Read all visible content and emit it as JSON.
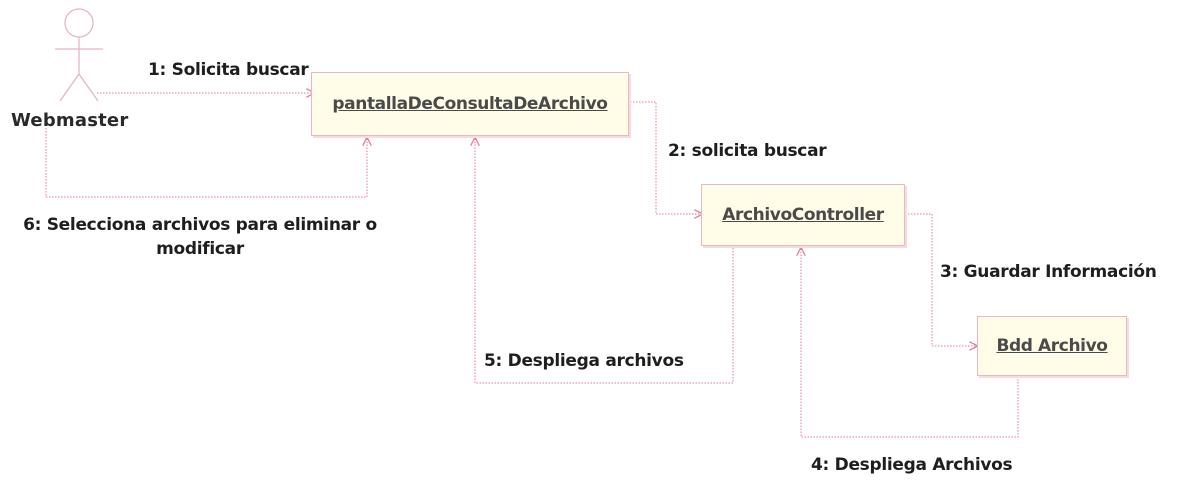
{
  "diagram": {
    "type": "uml-communication-diagram",
    "actor": {
      "name": "Webmaster",
      "icon": "stick-figure-actor-icon"
    },
    "objects": {
      "pantalla": "pantallaDeConsultaDeArchivo",
      "controller": "ArchivoController",
      "bdd": "Bdd Archivo"
    },
    "messages": {
      "m1": "1: Solicita buscar",
      "m2": "2: solicita buscar",
      "m3": "3: Guardar Información",
      "m4": "4: Despliega Archivos",
      "m5": "5: Despliega archivos",
      "m6_line1": "6: Selecciona archivos para eliminar o",
      "m6_line2": "modificar"
    },
    "colors": {
      "connector": "#e47a93",
      "object_fill": "#fffde8",
      "object_border": "#e8b9c3",
      "actor_stroke": "#e5b6c0"
    }
  }
}
